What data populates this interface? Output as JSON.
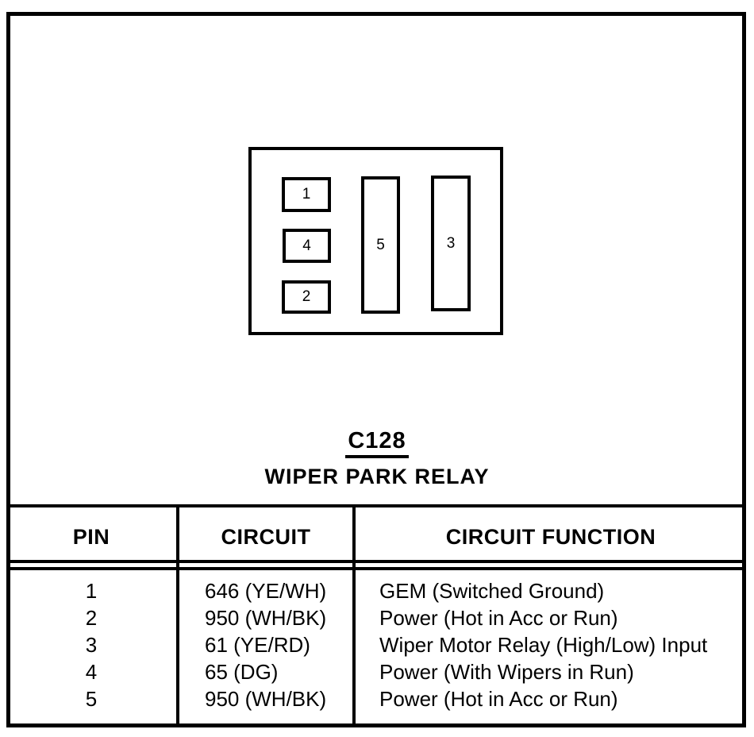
{
  "colors": {
    "ink": "#000000",
    "paper": "#ffffff"
  },
  "diagram": {
    "connector_id": "C128",
    "connector_name": "WIPER PARK RELAY",
    "pins": [
      {
        "label": "1"
      },
      {
        "label": "4"
      },
      {
        "label": "2"
      },
      {
        "label": "5"
      },
      {
        "label": "3"
      }
    ]
  },
  "table": {
    "headers": {
      "pin": "PIN",
      "circuit": "CIRCUIT",
      "function": "CIRCUIT FUNCTION"
    },
    "rows": [
      {
        "pin": "1",
        "circuit": "646 (YE/WH)",
        "function": "GEM (Switched Ground)"
      },
      {
        "pin": "2",
        "circuit": "950 (WH/BK)",
        "function": "Power (Hot in Acc or Run)"
      },
      {
        "pin": "3",
        "circuit": "61 (YE/RD)",
        "function": "Wiper Motor Relay (High/Low) Input"
      },
      {
        "pin": "4",
        "circuit": "65 (DG)",
        "function": "Power (With Wipers in Run)"
      },
      {
        "pin": "5",
        "circuit": "950 (WH/BK)",
        "function": "Power (Hot in Acc or Run)"
      }
    ]
  }
}
